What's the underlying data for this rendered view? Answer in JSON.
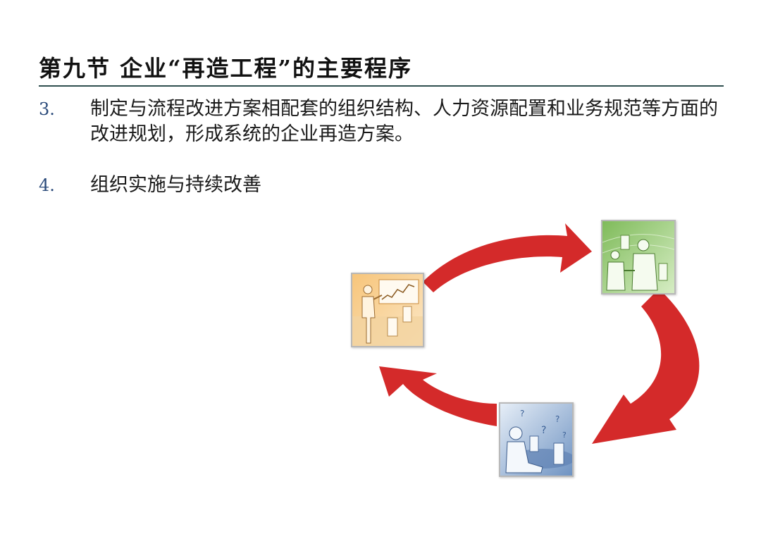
{
  "slide": {
    "title": "第九节  企业“再造工程”的主要程序",
    "items": [
      {
        "number": "3.",
        "text": "制定与流程改进方案相配套的组织结构、人力资源配置和业务规范等方面的改进规划，形成系统的企业再造方案。"
      },
      {
        "number": "4.",
        "text": "组织实施与持续改善"
      }
    ]
  },
  "cycle": {
    "arrow_color": "#d42a2a",
    "stages": [
      {
        "icon": "presenter-chart-icon",
        "tint": "#f2b35c"
      },
      {
        "icon": "people-meeting-icon",
        "tint": "#8cc46a"
      },
      {
        "icon": "question-thinking-icon",
        "tint": "#7fa0c8"
      }
    ]
  }
}
